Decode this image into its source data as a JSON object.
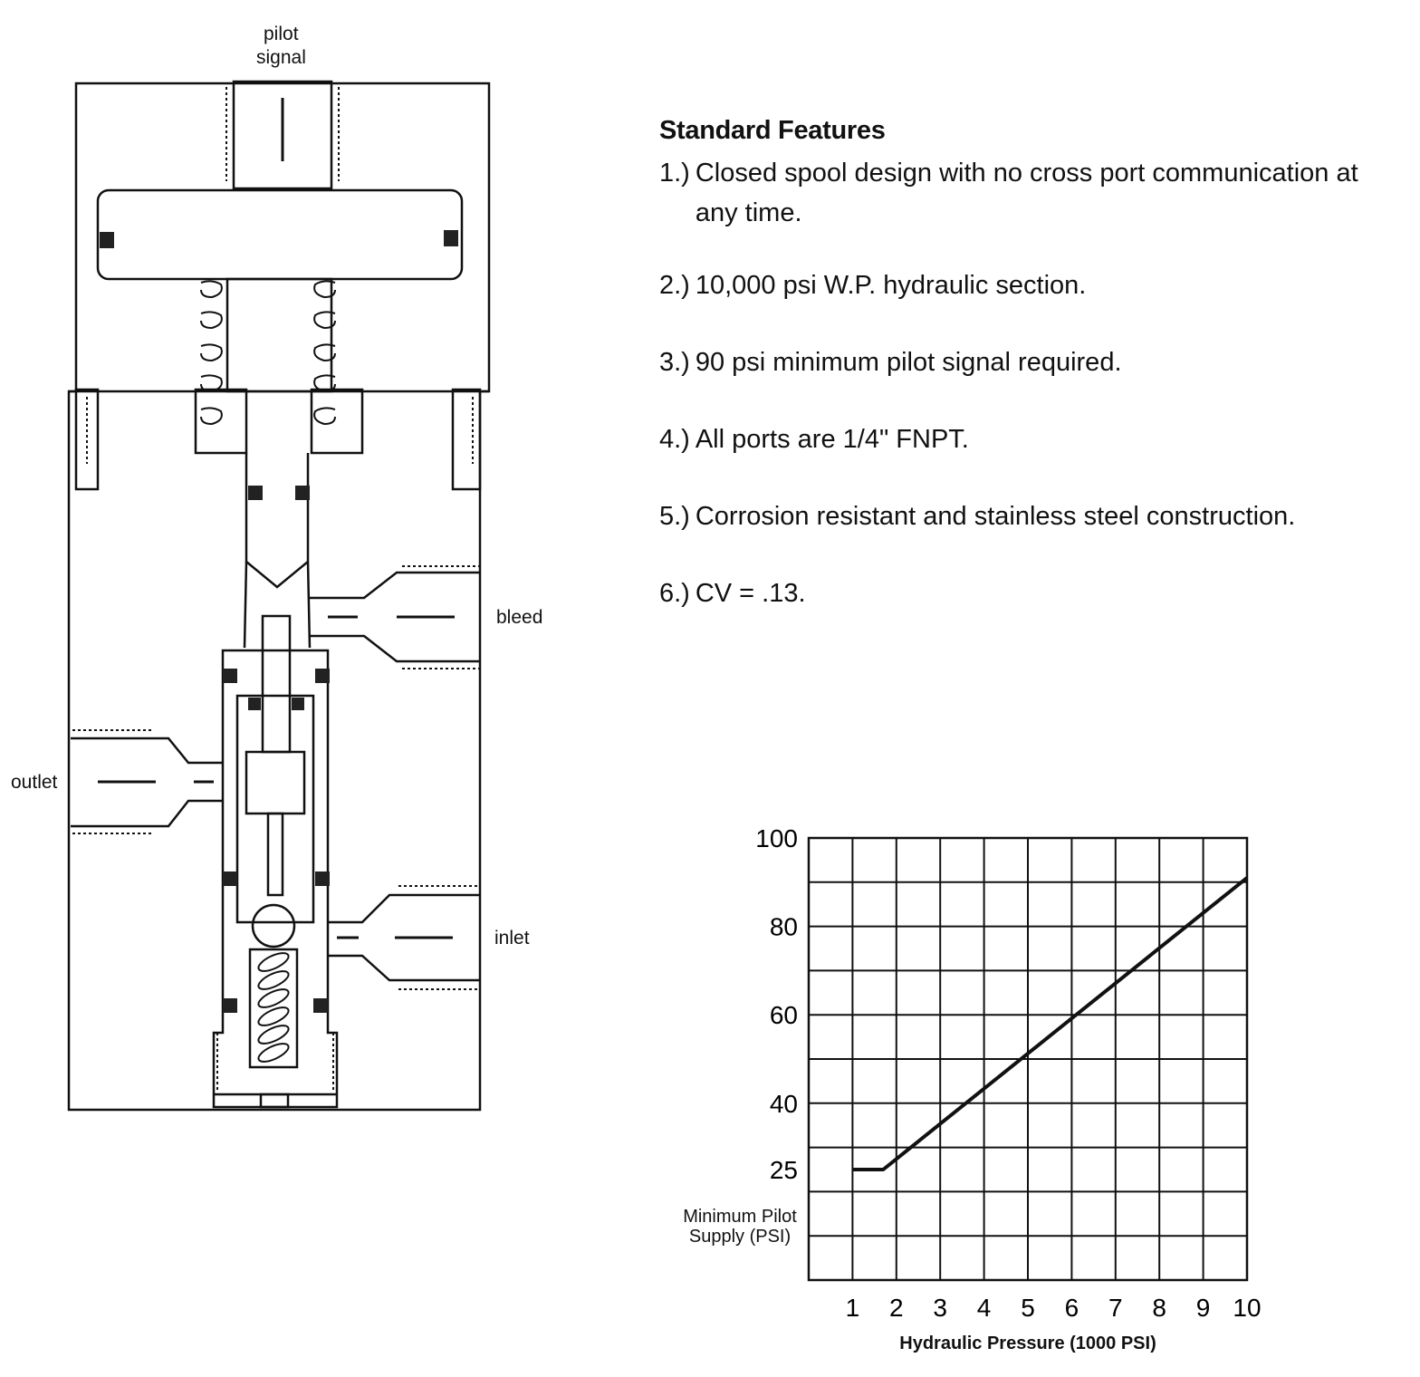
{
  "diagram": {
    "labels": {
      "pilot": "pilot",
      "signal": "signal",
      "bleed": "bleed",
      "outlet": "outlet",
      "inlet": "inlet"
    }
  },
  "features": {
    "title": "Standard Features",
    "items": [
      {
        "num": "1.)",
        "text": "Closed spool design with no cross port communication at any time."
      },
      {
        "num": "2.)",
        "text": "10,000 psi W.P. hydraulic section."
      },
      {
        "num": "3.)",
        "text": "90 psi minimum pilot signal required."
      },
      {
        "num": "4.)",
        "text": "All ports are 1/4\" FNPT."
      },
      {
        "num": "5.)",
        "text": "Corrosion resistant and stainless steel construction."
      },
      {
        "num": "6.)",
        "text": "CV = .13."
      }
    ]
  },
  "chart_data": {
    "type": "line",
    "title": "",
    "xlabel": "Hydraulic Pressure (1000 PSI)",
    "ylabel": "Minimum Pilot Supply (PSI)",
    "xlim": [
      0,
      10
    ],
    "ylim": [
      0,
      100
    ],
    "x_ticks": [
      "1",
      "2",
      "3",
      "4",
      "5",
      "6",
      "7",
      "8",
      "9",
      "10"
    ],
    "y_ticks": [
      "25",
      "40",
      "60",
      "80",
      "100"
    ],
    "y_tick_values": [
      25,
      40,
      60,
      80,
      100
    ],
    "grid": true,
    "series": [
      {
        "x": [
          1,
          1.7,
          10
        ],
        "y": [
          25,
          25,
          91
        ]
      }
    ]
  }
}
